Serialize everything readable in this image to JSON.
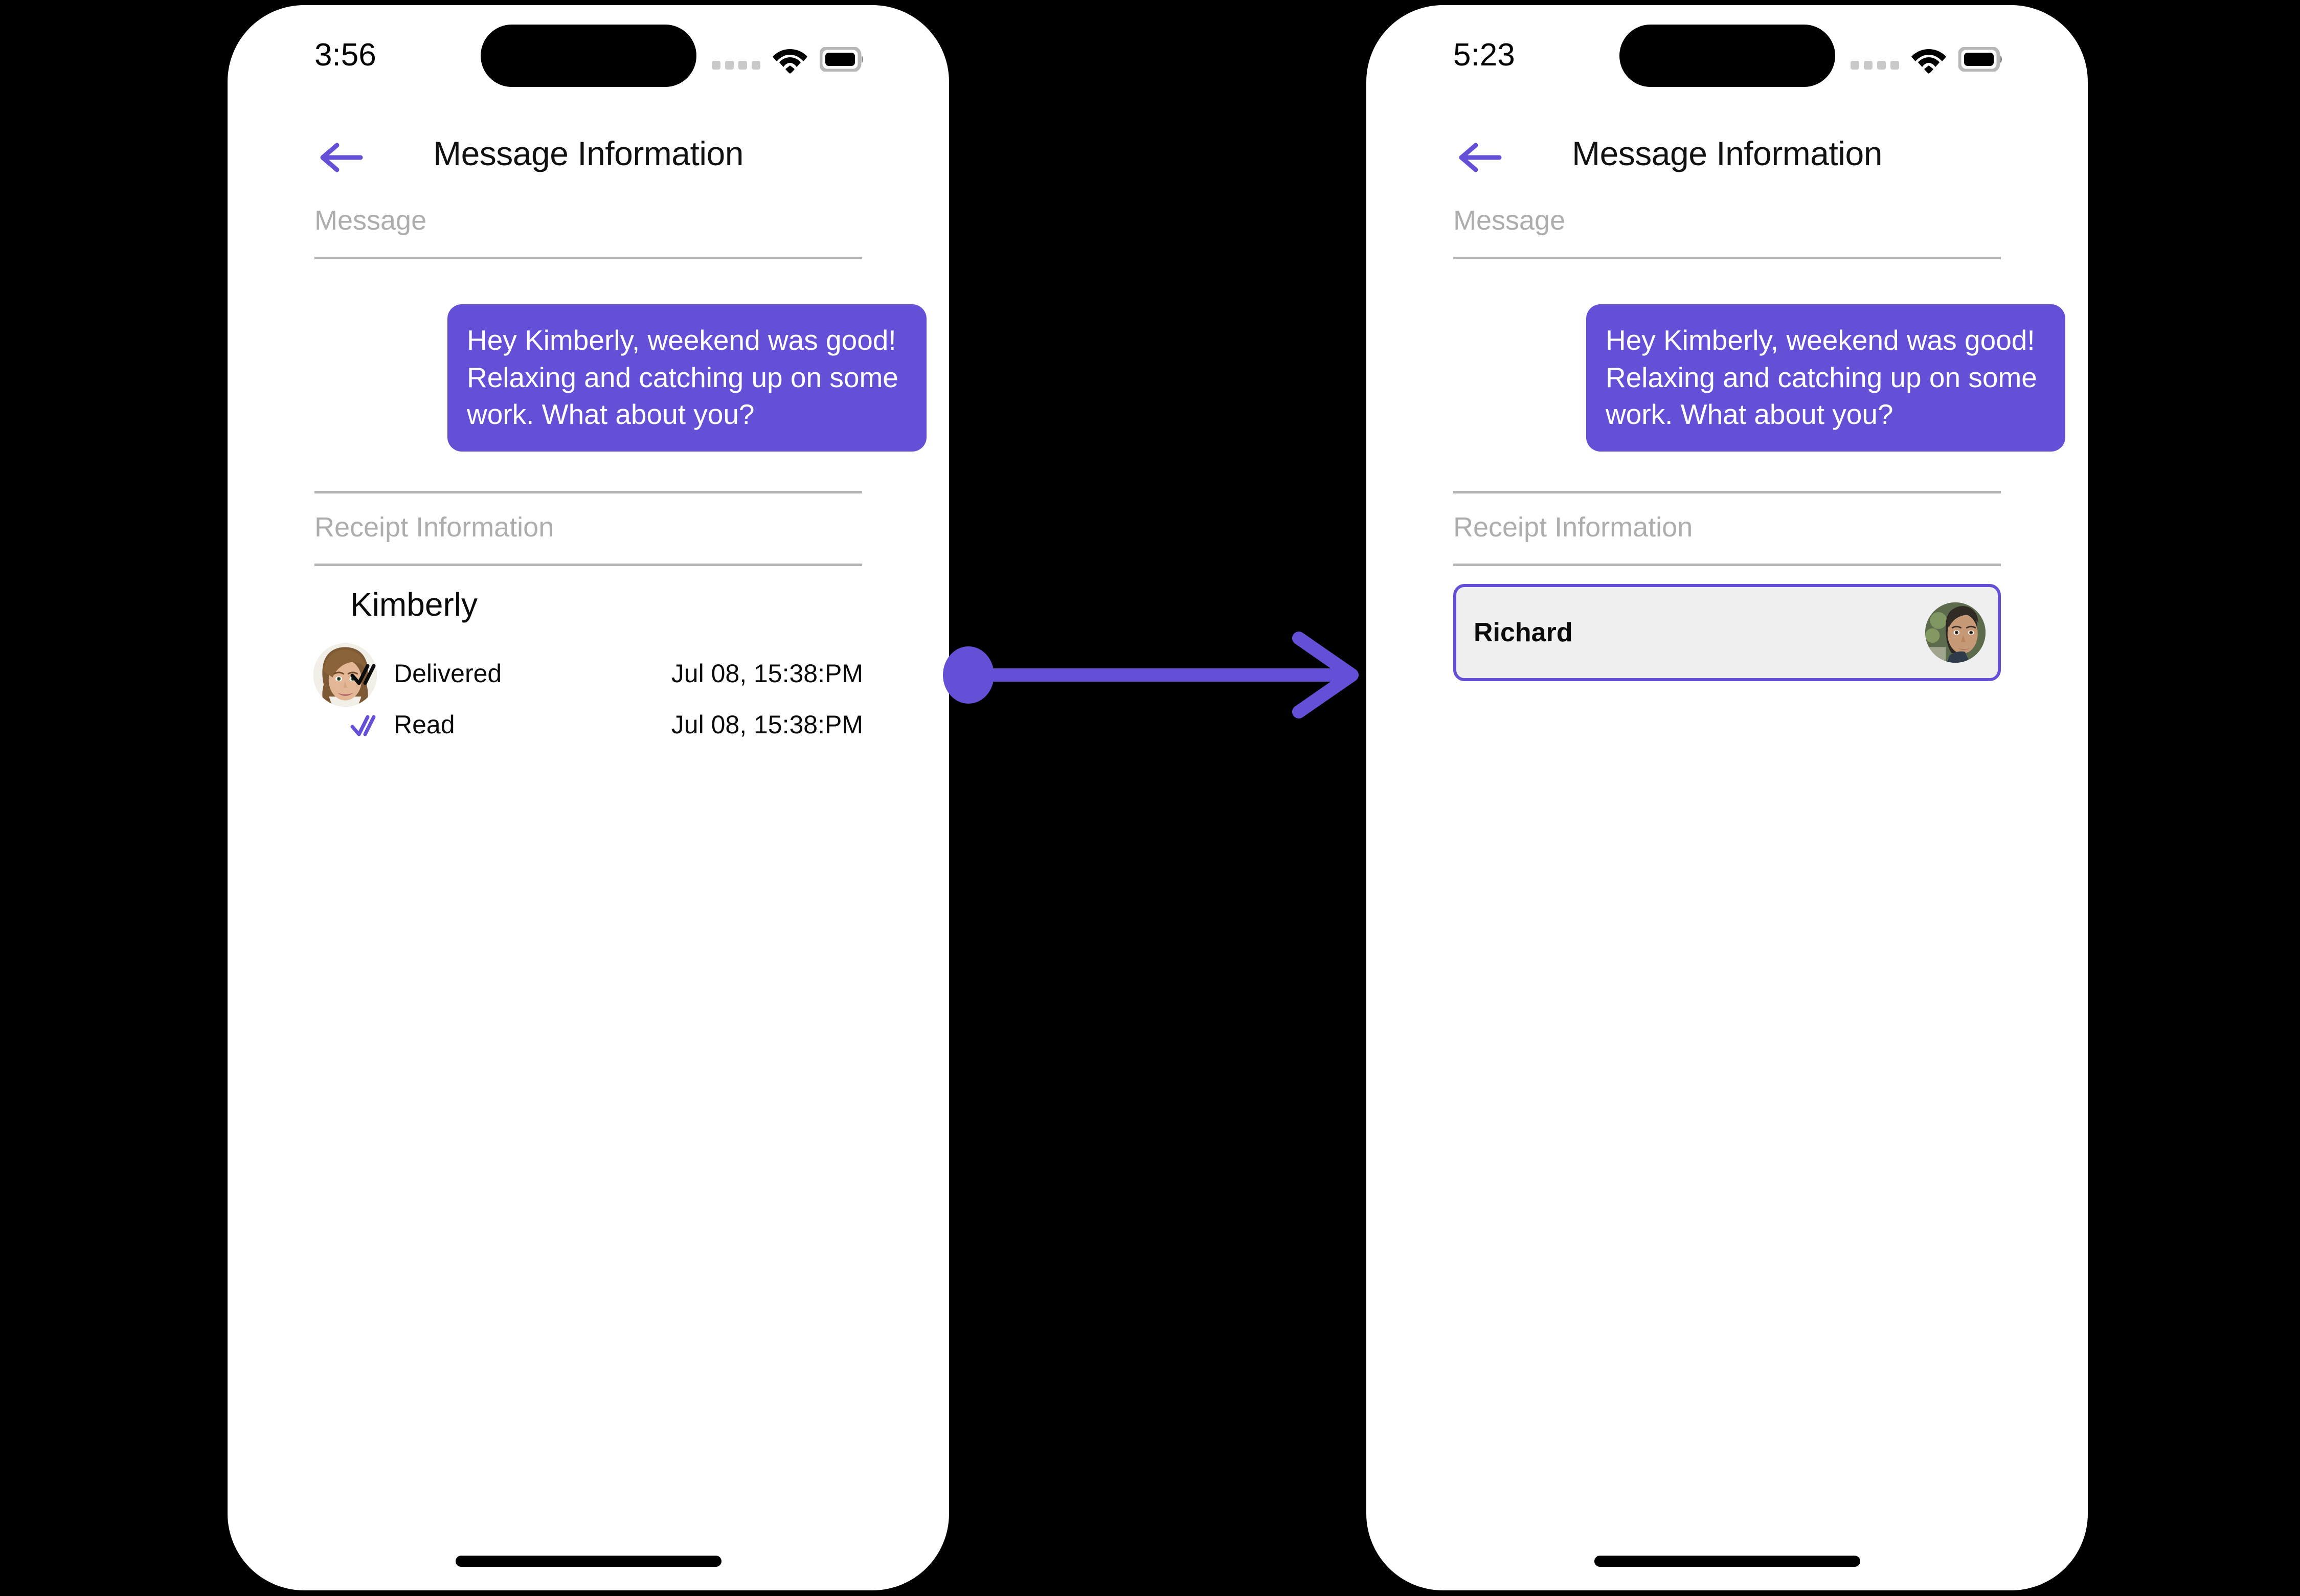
{
  "theme": {
    "accent": "#6450D7",
    "bubble_bg": "#6450D7",
    "bubble_text": "#ffffff",
    "section_label_color": "#adadad",
    "divider_color": "#b4b4b4",
    "card_bg": "#efefef",
    "background": "#000000",
    "screen_bg": "#ffffff"
  },
  "screens": [
    {
      "id": "before",
      "status_bar": {
        "time": "3:56",
        "cellular_icon": "cellular-signal-icon",
        "wifi_icon": "wifi-icon",
        "battery_icon": "battery-full-icon"
      },
      "nav": {
        "back_icon": "back-arrow-icon",
        "title": "Message Information"
      },
      "sections": {
        "message_label": "Message",
        "receipt_label": "Receipt Information"
      },
      "message": {
        "text": "Hey Kimberly, weekend was good!  Relaxing and catching up on some work. What about you?",
        "align": "right"
      },
      "receipt": {
        "contact_name": "Kimberly",
        "avatar_icon": "avatar-kimberly",
        "rows": [
          {
            "status": "Delivered",
            "timestamp": "Jul 08, 15:38:PM",
            "check_icon": "double-check-icon",
            "check_color": "#0b0b0b"
          },
          {
            "status": "Read",
            "timestamp": "Jul 08, 15:38:PM",
            "check_icon": "double-check-icon",
            "check_color": "#6450D7"
          }
        ]
      }
    },
    {
      "id": "after",
      "status_bar": {
        "time": "5:23",
        "cellular_icon": "cellular-signal-icon",
        "wifi_icon": "wifi-icon",
        "battery_icon": "battery-full-icon"
      },
      "nav": {
        "back_icon": "back-arrow-icon",
        "title": "Message Information"
      },
      "sections": {
        "message_label": "Message",
        "receipt_label": "Receipt Information"
      },
      "message": {
        "text": "Hey Kimberly, weekend was good!  Relaxing and catching up on some work. What about you?",
        "align": "right"
      },
      "receipt_card": {
        "contact_name": "Richard",
        "avatar_icon": "avatar-richard",
        "highlighted": true,
        "border_color": "#6450D7"
      }
    }
  ],
  "connector": {
    "icon": "arrow-right-icon",
    "color": "#6450D7",
    "from_screen": "before",
    "to_screen": "after"
  }
}
